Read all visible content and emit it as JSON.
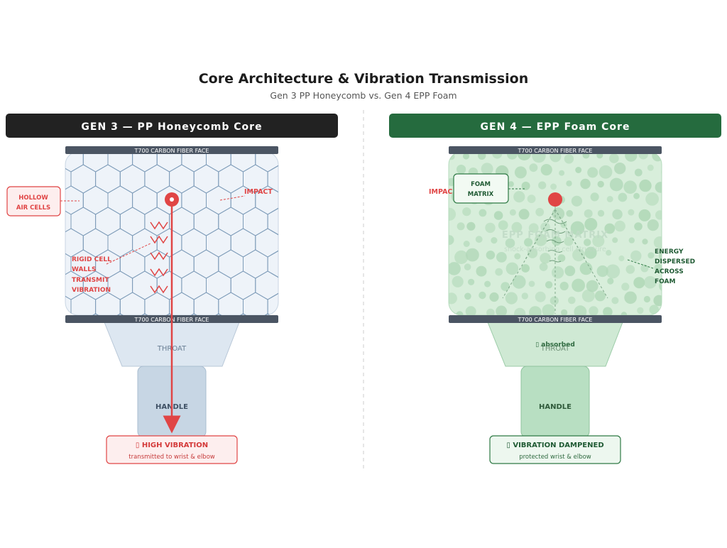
{
  "header": {
    "title": "Core Architecture & Vibration Transmission",
    "subtitle": "Gen 3 PP Honeycomb vs. Gen 4 EPP Foam"
  },
  "gen3": {
    "banner": "GEN 3 — PP Honeycomb Core",
    "top_face": "T700 CARBON FIBER FACE",
    "bottom_face": "T700 CARBON FIBER FACE",
    "callout_hollow": [
      "HOLLOW",
      "AIR CELLS"
    ],
    "impact": "IMPACT",
    "rigid_note": [
      "RIGID CELL",
      "WALLS",
      "TRANSMIT",
      "VIBRATION"
    ],
    "throat": "THROAT",
    "handle": "HANDLE",
    "result_icon": "▯",
    "result_title": "HIGH VIBRATION",
    "result_sub": "transmitted to wrist & elbow"
  },
  "gen4": {
    "banner": "GEN 4 — EPP Foam Core",
    "top_face": "T700 CARBON FIBER FACE",
    "bottom_face": "T700 CARBON FIBER FACE",
    "callout_foam": [
      "FOAM",
      "MATRIX"
    ],
    "impact": "IMPAC",
    "matrix_title": "EPP FOAM MATRIX",
    "matrix_sub": "shock-absorbing cell structure",
    "dispersed_note": [
      "ENERGY",
      "DISPERSED",
      "ACROSS",
      "FOAM"
    ],
    "absorbed": "▯ absorbed",
    "throat": "THROAT",
    "handle": "HANDLE",
    "result_icon": "▯",
    "result_title": "VIBRATION DAMPENED",
    "result_sub": "protected wrist & elbow"
  },
  "colors": {
    "dark_banner": "#222222",
    "green_banner": "#256b3e",
    "red": "#e04545",
    "honeycomb_stroke": "#7d9bb8",
    "foam_fill": "#d8eedb",
    "face_bar": "#4b5563"
  }
}
